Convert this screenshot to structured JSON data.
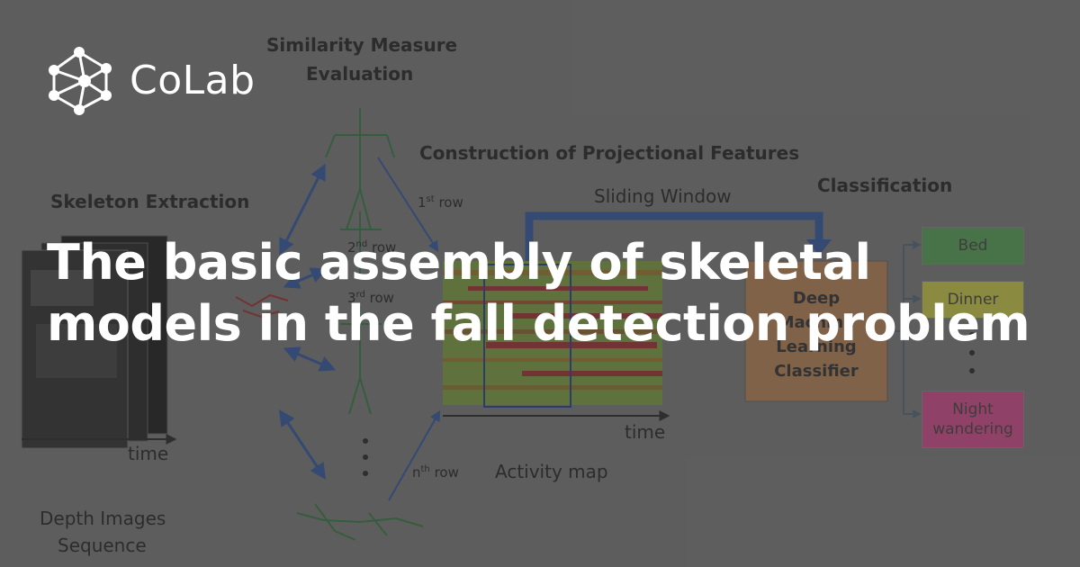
{
  "brand": {
    "name": "CoLab"
  },
  "title": "The basic assembly of skeletal models in the fall detection problem",
  "figure": {
    "labels": {
      "similarity_1": "Similarity Measure",
      "similarity_2": "Evaluation",
      "skeleton_extraction": "Skeleton Extraction",
      "projectional": "Construction of Projectional Features",
      "sliding_window": "Sliding Window",
      "classification": "Classification",
      "row_1": "1",
      "row_1_sup": "st",
      "row_2": "2",
      "row_2_sup": "nd",
      "row_3": "3",
      "row_3_sup": "rd",
      "row_n": "n",
      "row_n_sup": "th",
      "row_word": "row",
      "time_left": "time",
      "time_right": "time",
      "activity_map": "Activity map",
      "depth_1": "Depth Images",
      "depth_2": "Sequence",
      "classifier_1": "Deep",
      "classifier_2": "Machine",
      "classifier_3": "Learning",
      "classifier_4": "Classifier"
    },
    "classes": [
      {
        "label": "Bed",
        "color": "#4a8a4a"
      },
      {
        "label": "Dinner",
        "color": "#b0b040"
      },
      {
        "label": "Night wandering",
        "color": "#b8407a"
      }
    ],
    "colors": {
      "arrow": "#2b4d8a",
      "skeleton": "#2d6a3a",
      "classifier": "#a0724a",
      "heatmap_base": "#6d8a3a",
      "heatmap_hot": "#8a2a2a"
    }
  }
}
